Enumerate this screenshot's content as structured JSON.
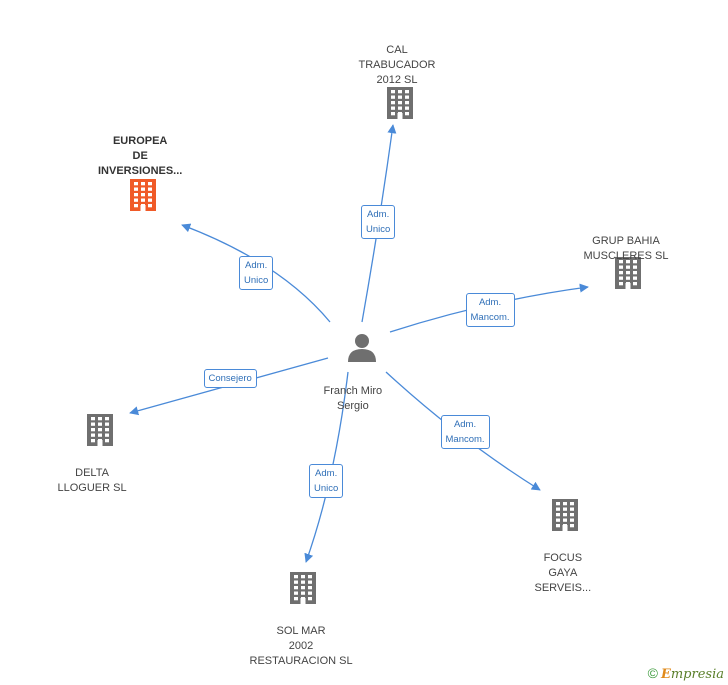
{
  "center": {
    "name_lines": [
      "Franch Miro",
      "Sergio"
    ],
    "icon": "person-icon"
  },
  "companies": [
    {
      "id": "cal",
      "lines": [
        "CAL",
        "TRABUCADOR",
        "2012 SL"
      ],
      "icon": "building-icon",
      "color": "#6f6f6f"
    },
    {
      "id": "europea",
      "lines": [
        "EUROPEA",
        "DE",
        "INVERSIONES..."
      ],
      "icon": "building-icon",
      "color": "#f05a28",
      "highlight": true
    },
    {
      "id": "grup",
      "lines": [
        "GRUP BAHIA",
        "MUSCLERES SL"
      ],
      "icon": "building-icon",
      "color": "#6f6f6f"
    },
    {
      "id": "delta",
      "lines": [
        "DELTA",
        "LLOGUER SL"
      ],
      "icon": "building-icon",
      "color": "#6f6f6f"
    },
    {
      "id": "focus",
      "lines": [
        "FOCUS",
        "GAYA",
        "SERVEIS..."
      ],
      "icon": "building-icon",
      "color": "#6f6f6f"
    },
    {
      "id": "sol",
      "lines": [
        "SOL MAR",
        "2002",
        "RESTAURACION SL"
      ],
      "icon": "building-icon",
      "color": "#6f6f6f"
    }
  ],
  "relations": [
    {
      "target": "cal",
      "label_lines": [
        "Adm.",
        "Unico"
      ]
    },
    {
      "target": "europea",
      "label_lines": [
        "Adm.",
        "Unico"
      ]
    },
    {
      "target": "grup",
      "label_lines": [
        "Adm.",
        "Mancom."
      ]
    },
    {
      "target": "delta",
      "label_lines": [
        "Consejero"
      ]
    },
    {
      "target": "focus",
      "label_lines": [
        "Adm.",
        "Mancom."
      ]
    },
    {
      "target": "sol",
      "label_lines": [
        "Adm.",
        "Unico"
      ]
    }
  ],
  "colors": {
    "edge": "#4a8ad8",
    "icon_default": "#6f6f6f",
    "icon_highlight": "#f05a28"
  },
  "footer": {
    "copyright": "©",
    "brand_initial": "E",
    "brand_rest": "mpresia"
  }
}
